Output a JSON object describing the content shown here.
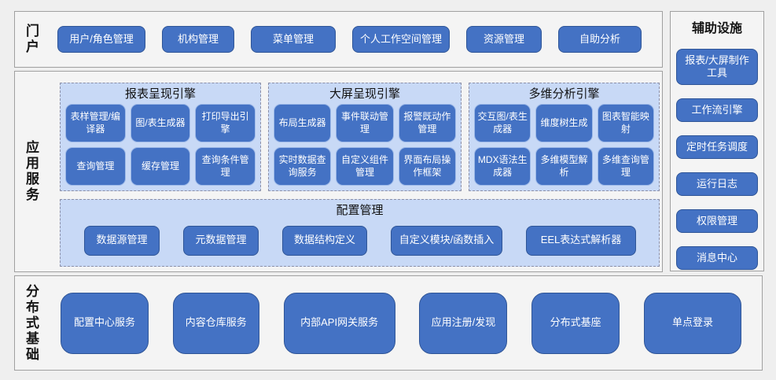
{
  "colors": {
    "accent_blue": "#4472C4",
    "button_border_dark": "#2F5597",
    "subbutton_border_light": "#9DB9E8",
    "panel_fill_light_blue": "#C8D9F6",
    "panel_dashed_border": "#8b8fa8",
    "section_fill": "#f4f4f4",
    "section_border": "#a0a0a0",
    "label_text": "#151515",
    "button_text": "#ffffff"
  },
  "portal": {
    "label": "门户",
    "items": [
      "用户/角色管理",
      "机构管理",
      "菜单管理",
      "个人工作空间管理",
      "资源管理",
      "自助分析"
    ]
  },
  "app_services": {
    "label": "应用服务",
    "engines": [
      {
        "title": "报表呈现引擎",
        "items": [
          "表样管理/编译器",
          "图/表生成器",
          "打印导出引擎",
          "查询管理",
          "缓存管理",
          "查询条件管理"
        ]
      },
      {
        "title": "大屏呈现引擎",
        "items": [
          "布局生成器",
          "事件联动管理",
          "报警既动作管理",
          "实时数据查询服务",
          "自定义组件管理",
          "界面布局操作框架"
        ]
      },
      {
        "title": "多维分析引擎",
        "items": [
          "交互图/表生成器",
          "维度树生成",
          "图表智能映射",
          "MDX语法生成器",
          "多维模型解析",
          "多维查询管理"
        ]
      }
    ],
    "config": {
      "title": "配置管理",
      "items": [
        "数据源管理",
        "元数据管理",
        "数据结构定义",
        "自定义模块/函数插入",
        "EEL表达式解析器"
      ]
    }
  },
  "foundation": {
    "label": "分布式基础",
    "items": [
      "配置中心服务",
      "内容仓库服务",
      "内部API网关服务",
      "应用注册/发现",
      "分布式基座",
      "单点登录"
    ]
  },
  "auxiliary": {
    "label": "辅助设施",
    "items": [
      "报表/大屏制作工具",
      "工作流引擎",
      "定时任务调度",
      "运行日志",
      "权限管理",
      "消息中心"
    ]
  }
}
